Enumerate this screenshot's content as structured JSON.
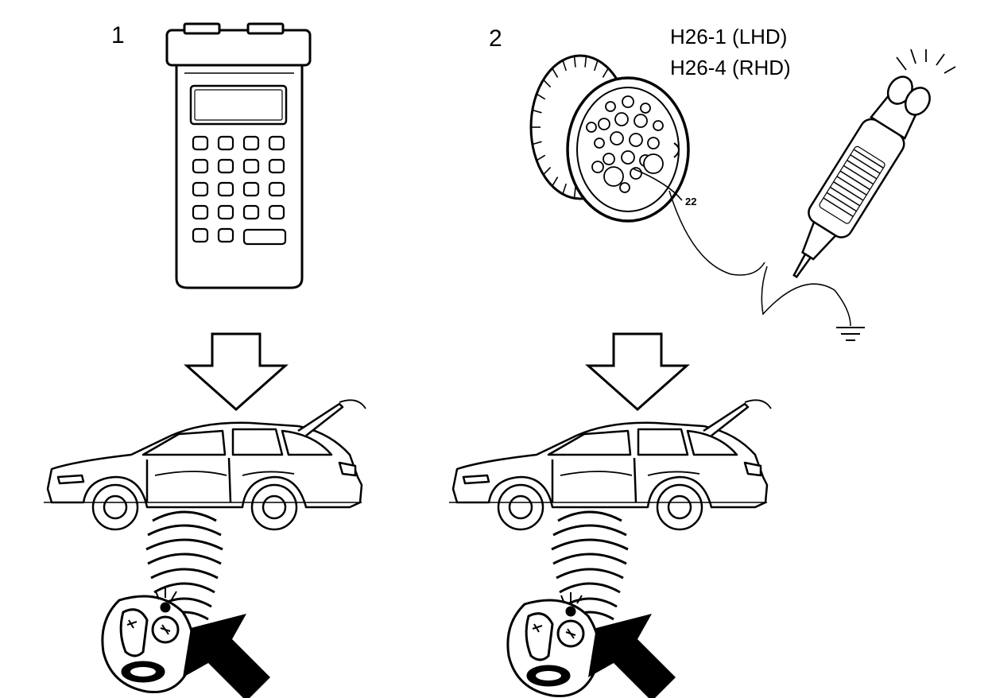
{
  "panels": [
    {
      "number": "1",
      "device": "scan-tool",
      "keypad": {
        "rows": 5,
        "cols": 4
      }
    },
    {
      "number": "2",
      "connector_labels": [
        "H26-1 (LHD)",
        "H26-4 (RHD)"
      ],
      "pin_label": "22",
      "device": "test-lamp"
    }
  ],
  "colors": {
    "ink": "#000000",
    "paper": "#ffffff"
  }
}
